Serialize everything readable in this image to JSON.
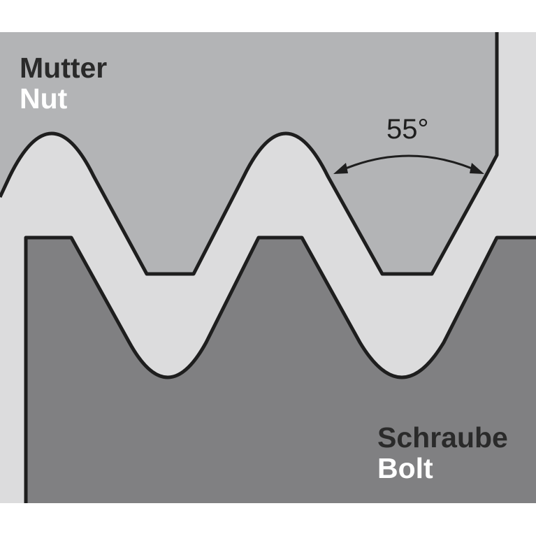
{
  "nut": {
    "label_de": "Mutter",
    "label_en": "Nut"
  },
  "bolt": {
    "label_de": "Schraube",
    "label_en": "Bolt"
  },
  "angle": {
    "value": "55°"
  },
  "colors": {
    "background": "#ffffff",
    "nut_fill": "#b3b4b6",
    "bolt_fill": "#808082",
    "gap_fill": "#dcdcdd",
    "outline": "#1e1e1e",
    "label_dark": "#2a2a2a",
    "label_light": "#ffffff"
  }
}
